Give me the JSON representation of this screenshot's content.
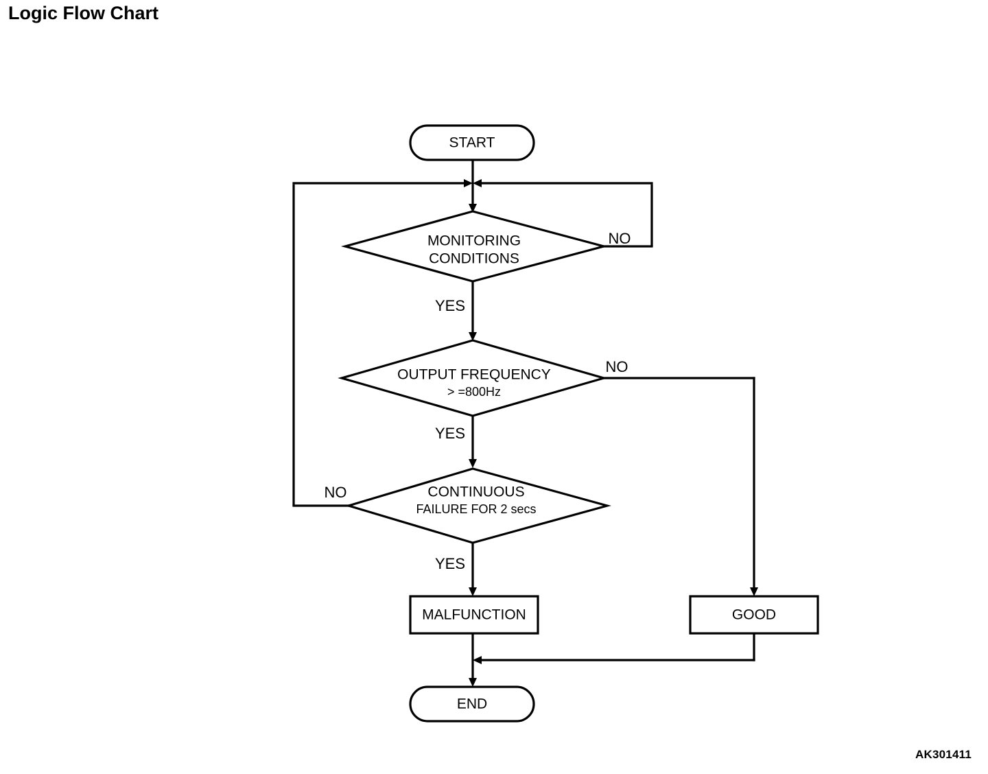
{
  "page": {
    "title": "Logic Flow Chart",
    "watermark": "AK301411",
    "background_color": "#ffffff",
    "line_color": "#000000"
  },
  "chart_data": {
    "type": "diagram",
    "diagram_kind": "flowchart",
    "title": "Logic Flow Chart",
    "orientation": "top-to-bottom",
    "nodes": [
      {
        "id": "start",
        "shape": "stadium",
        "label": "START"
      },
      {
        "id": "monitoring",
        "shape": "diamond",
        "label_line1": "MONITORING",
        "label_line2": "CONDITIONS"
      },
      {
        "id": "frequency",
        "shape": "diamond",
        "label_line1": "OUTPUT FREQUENCY",
        "label_line2": "> =800Hz"
      },
      {
        "id": "continuous",
        "shape": "diamond",
        "label_line1": "CONTINUOUS",
        "label_line2": "FAILURE FOR 2 secs"
      },
      {
        "id": "malfunction",
        "shape": "rectangle",
        "label": "MALFUNCTION"
      },
      {
        "id": "good",
        "shape": "rectangle",
        "label": "GOOD"
      },
      {
        "id": "end",
        "shape": "stadium",
        "label": "END"
      }
    ],
    "edges": [
      {
        "from": "start",
        "to": "monitoring",
        "label": ""
      },
      {
        "from": "monitoring",
        "to": "frequency",
        "label": "YES"
      },
      {
        "from": "monitoring",
        "to": "monitoring",
        "label": "NO",
        "side": "right",
        "routing": "loop-back-to-top"
      },
      {
        "from": "frequency",
        "to": "continuous",
        "label": "YES"
      },
      {
        "from": "frequency",
        "to": "good",
        "label": "NO",
        "side": "right"
      },
      {
        "from": "continuous",
        "to": "monitoring",
        "label": "NO",
        "side": "left",
        "routing": "loop-back-to-top"
      },
      {
        "from": "continuous",
        "to": "malfunction",
        "label": "YES"
      },
      {
        "from": "malfunction",
        "to": "end",
        "label": ""
      },
      {
        "from": "good",
        "to": "end",
        "label": ""
      }
    ]
  },
  "labels": {
    "yes": "YES",
    "no": "NO",
    "start": "START",
    "end": "END",
    "malfunction": "MALFUNCTION",
    "good": "GOOD",
    "monitoring_line1": "MONITORING",
    "monitoring_line2": "CONDITIONS",
    "frequency_line1": "OUTPUT FREQUENCY",
    "frequency_line2": "> =800Hz",
    "continuous_line1": "CONTINUOUS",
    "continuous_line2": "FAILURE FOR 2 secs"
  }
}
